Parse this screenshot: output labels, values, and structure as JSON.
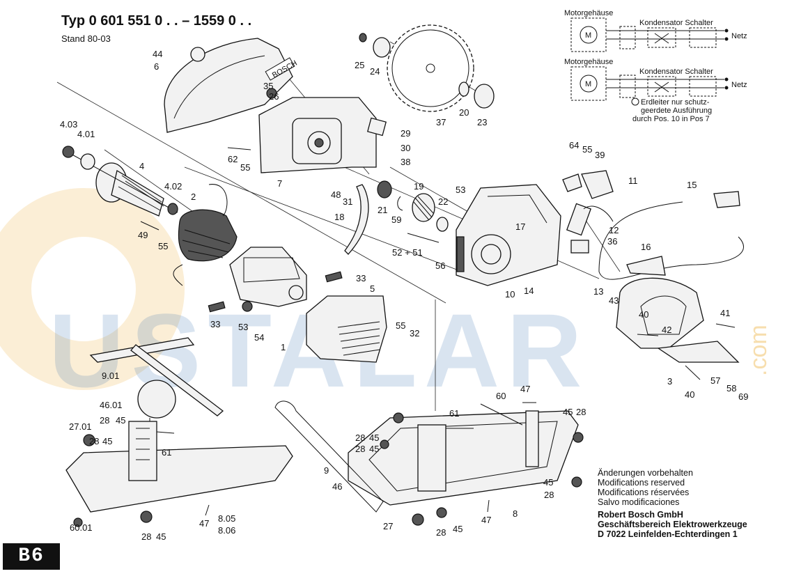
{
  "header": {
    "type_line": "Typ 0 601 551 0 . . – 1559 0 . .",
    "stand": "Stand 80-03"
  },
  "page_badge": "B6",
  "watermark": {
    "text": "USTALAR",
    "suffix": ".com"
  },
  "brand_mark": "BOSCH",
  "wiring": {
    "diagram_1": {
      "motor_housing": "Motorgehäuse",
      "capacitor_switch": "Kondensator Schalter",
      "mains": "Netz",
      "motor_symbol": "M"
    },
    "diagram_2": {
      "motor_housing": "Motorgehäuse",
      "capacitor_switch": "Kondensator Schalter",
      "mains": "Netz",
      "motor_symbol": "M"
    },
    "earth_note": [
      "Erdleiter nur schutz-",
      "geerdete Ausführung",
      "durch Pos. 10 in Pos 7"
    ]
  },
  "footer": {
    "notes": [
      "Änderungen vorbehalten",
      "Modifications reserved",
      "Modifications réservées",
      "Salvo modificaciones"
    ],
    "company": [
      "Robert Bosch GmbH",
      "Geschäftsbereich Elektrowerkzeuge",
      "D 7022 Leinfelden-Echterdingen 1"
    ]
  },
  "callouts": [
    "44",
    "6",
    "35",
    "26",
    "25",
    "24",
    "37",
    "20",
    "23",
    "4.03",
    "4.01",
    "4",
    "4.02",
    "2",
    "49",
    "55",
    "62",
    "55",
    "7",
    "29",
    "30",
    "38",
    "48",
    "31",
    "18",
    "21",
    "19",
    "22",
    "59",
    "53",
    "17",
    "52 + 51",
    "56",
    "10",
    "14",
    "64",
    "55",
    "39",
    "11",
    "15",
    "12",
    "36",
    "16",
    "13",
    "43",
    "33",
    "5",
    "33",
    "53",
    "54",
    "1",
    "55",
    "32",
    "40",
    "42",
    "41",
    "3",
    "40",
    "57",
    "58",
    "69",
    "9.01",
    "46.01",
    "28",
    "45",
    "27.01",
    "28",
    "45",
    "61",
    "60.01",
    "47",
    "8.05",
    "8.06",
    "28",
    "45",
    "60",
    "47",
    "61",
    "28",
    "45",
    "28",
    "45",
    "9",
    "46",
    "45",
    "28",
    "27",
    "28",
    "45",
    "47",
    "8",
    "45",
    "28"
  ]
}
